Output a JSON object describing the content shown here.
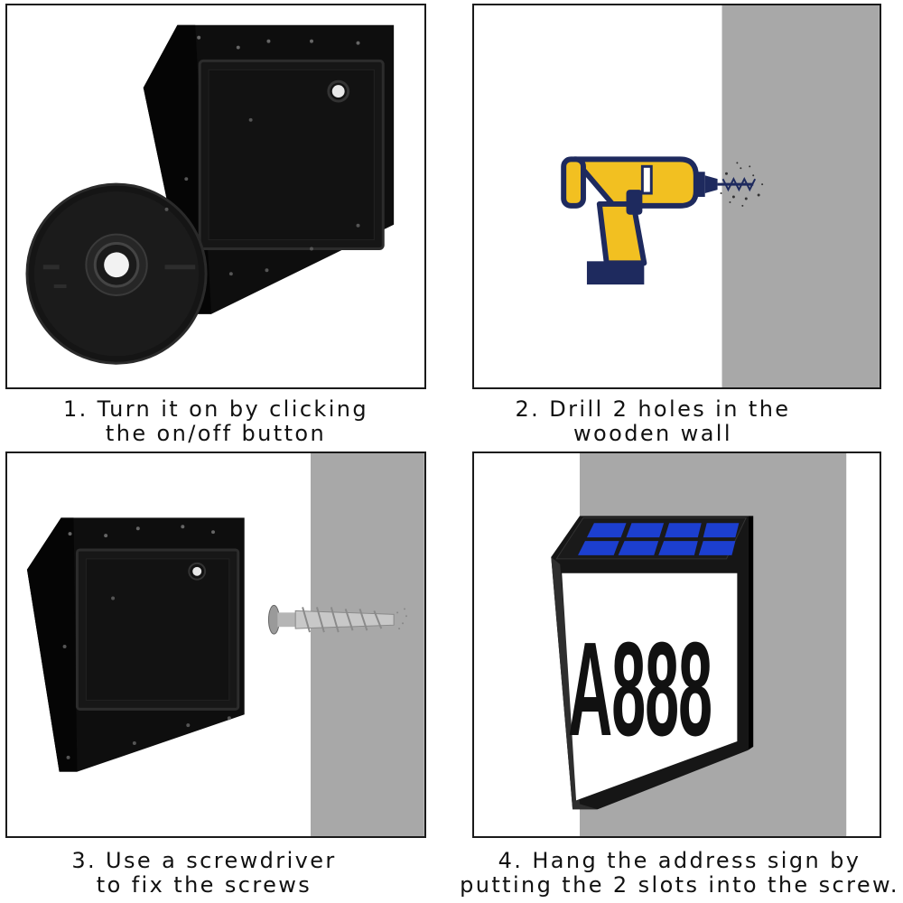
{
  "steps": [
    {
      "line1": "1. Turn it on by clicking",
      "line2": "the on/off button"
    },
    {
      "line1": "2. Drill 2 holes in the",
      "line2": "wooden wall"
    },
    {
      "line1": "3. Use a screwdriver",
      "line2": "to fix the screws"
    },
    {
      "line1": "4. Hang the address sign by",
      "line2": "putting the 2 slots into the screw."
    }
  ],
  "sign": {
    "number": "A888"
  },
  "colors": {
    "wall": "#a8a8a8",
    "drill_body": "#f2c021",
    "drill_dark": "#1e2a5e",
    "device": "#111111",
    "solar_cell": "#1c3fd0"
  },
  "icons": [
    "on-off-button-icon",
    "power-drill-icon",
    "screw-anchor-icon",
    "solar-panel-icon"
  ]
}
